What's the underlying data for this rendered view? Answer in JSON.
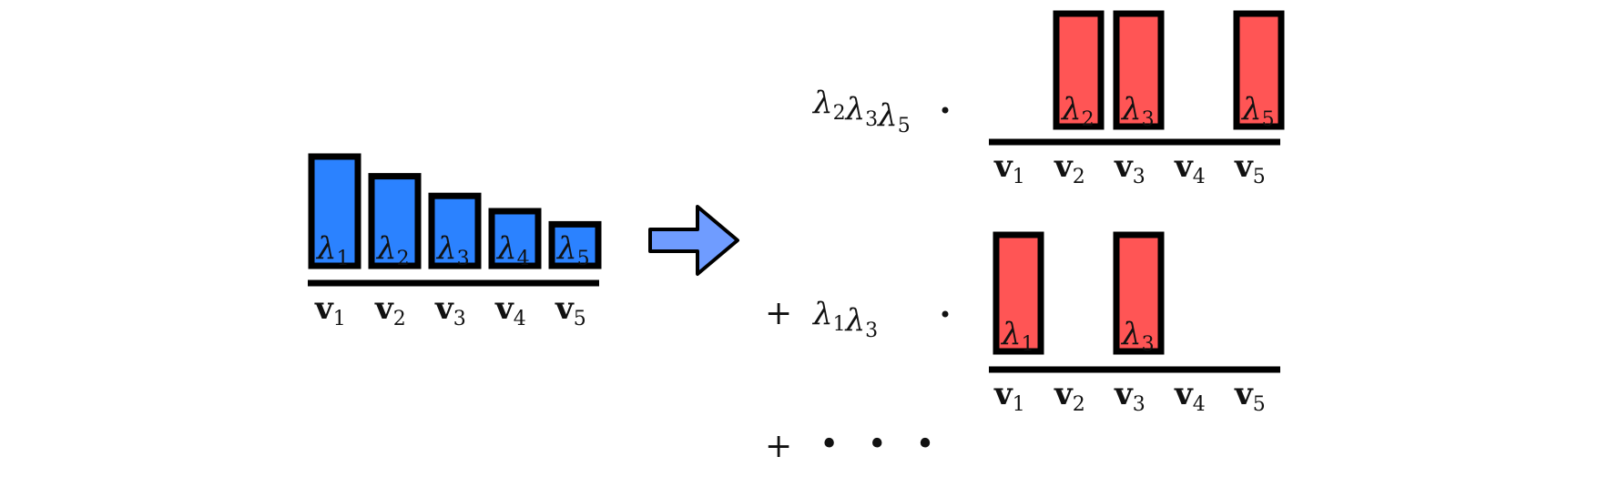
{
  "colors": {
    "blue_bar": "#2b82ff",
    "red_bar": "#ff5555",
    "arrow_fill": "#6f9cff",
    "outline": "#000000"
  },
  "vectors": [
    "v1",
    "v2",
    "v3",
    "v4",
    "v5"
  ],
  "lambdas": [
    "λ1",
    "λ2",
    "λ3",
    "λ4",
    "λ5"
  ],
  "left_spectrum": {
    "relative_heights": [
      1.0,
      0.82,
      0.64,
      0.5,
      0.38
    ]
  },
  "terms": [
    {
      "coefficient": "λ2λ3λ5",
      "selected": [
        2,
        3,
        5
      ]
    },
    {
      "prefix": "+",
      "coefficient": "λ1λ3",
      "selected": [
        1,
        3
      ]
    }
  ],
  "continuation": {
    "plus": "+",
    "ellipsis": "• • •"
  }
}
